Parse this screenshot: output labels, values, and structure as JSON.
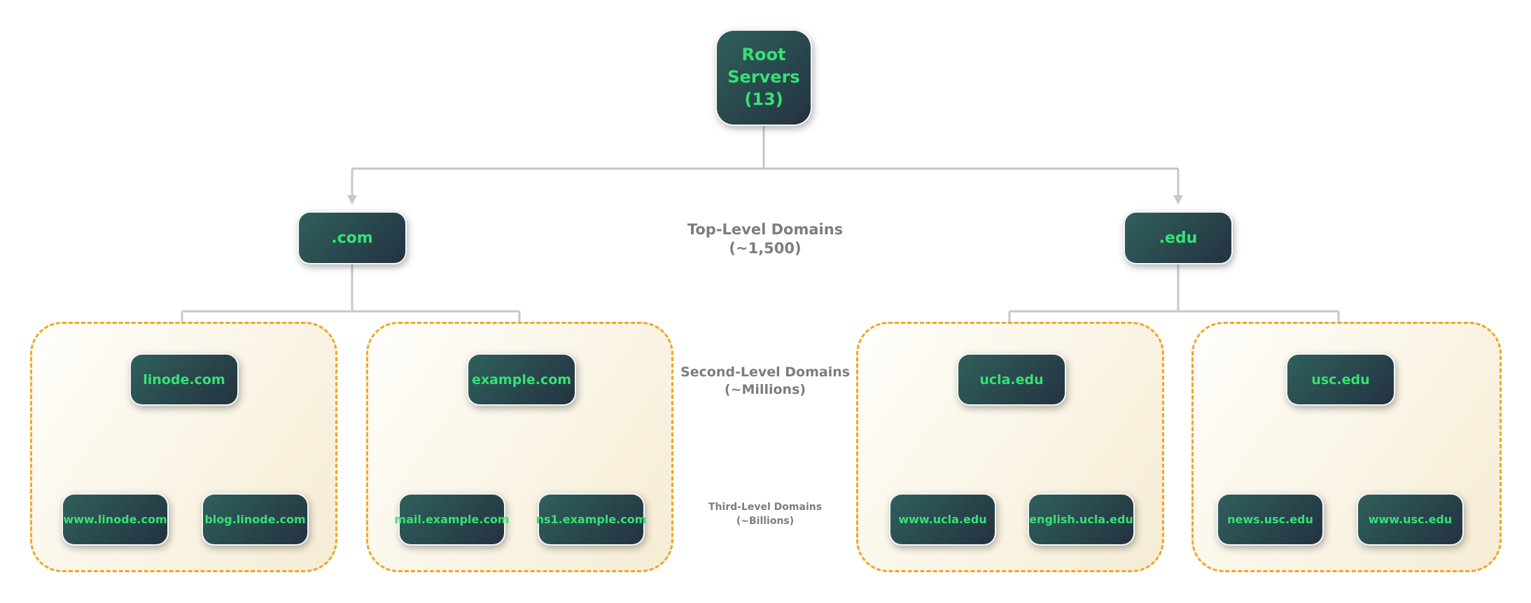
{
  "diagram": {
    "root": {
      "label": "Root Servers (13)"
    },
    "tlds": [
      {
        "label": ".com"
      },
      {
        "label": ".edu"
      }
    ],
    "groups": [
      {
        "parent": "linode.com",
        "children": [
          "www.linode.com",
          "blog.linode.com"
        ]
      },
      {
        "parent": "example.com",
        "children": [
          "mail.example.com",
          "ns1.example.com"
        ]
      },
      {
        "parent": "ucla.edu",
        "children": [
          "www.ucla.edu",
          "english.ucla.edu"
        ]
      },
      {
        "parent": "usc.edu",
        "children": [
          "news.usc.edu",
          "www.usc.edu"
        ]
      }
    ],
    "levels": {
      "top": {
        "title": "Top-Level Domains",
        "subtitle": "(~1,500)"
      },
      "second": {
        "title": "Second-Level Domains",
        "subtitle": "(~Millions)"
      },
      "third": {
        "title": "Third-Level Domains",
        "subtitle": "(~Billions)"
      }
    },
    "colors": {
      "canvas_bg": "#ffffff",
      "node_gradient_start": "#2f605c",
      "node_gradient_end": "#243240",
      "node_text": "#35e274",
      "group_border": "#f0a625",
      "group_bg_start": "#fffefb",
      "group_bg_end": "#f5ecd3",
      "connector": "#c7c7c7",
      "label_text": "#7d7d7d"
    }
  }
}
